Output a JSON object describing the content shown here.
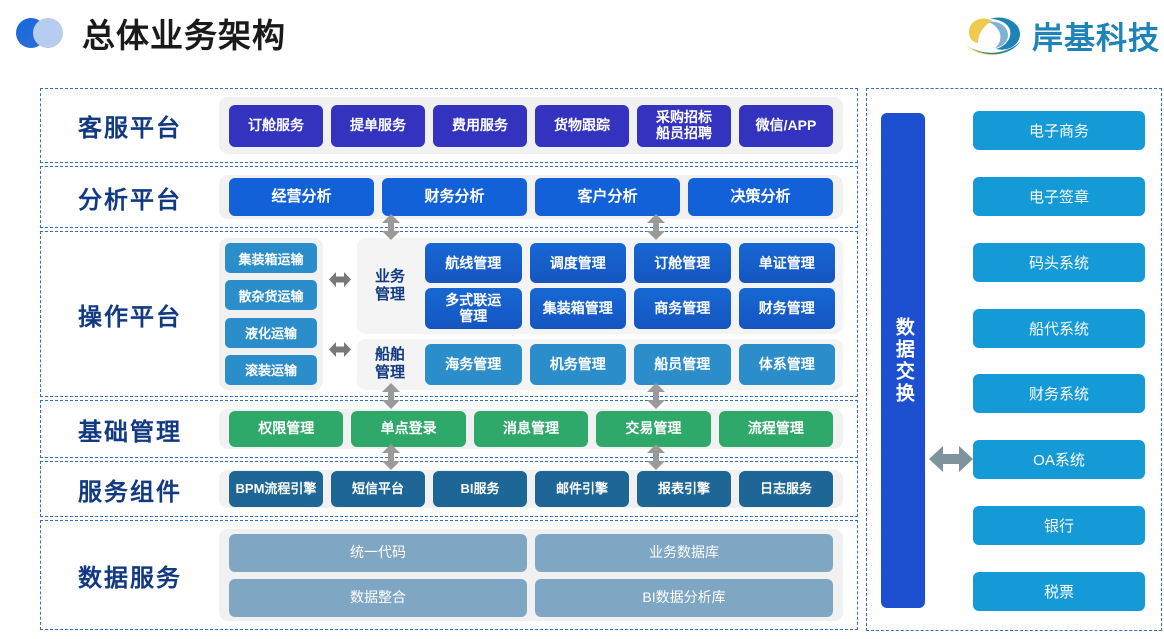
{
  "header": {
    "title": "总体业务架构",
    "brand_name": "岸基科技",
    "logo_icon": "two-circles-icon",
    "brand_icon": "wave-swoosh-icon"
  },
  "colors": {
    "indigo": "#3333bf",
    "bright_blue": "#1261d8",
    "mid_blue": "#2b8ecb",
    "green": "#2ea96a",
    "steel": "#1d6695",
    "slate": "#7fa7c4",
    "exchange_blue": "#1d4fd1",
    "external_blue": "#149ad6",
    "dashed_border": "#2f6fd0",
    "label_navy": "#123a82",
    "brand_teal": "#1E84B8",
    "arrow_gray": "#8a9299"
  },
  "sections": [
    {
      "label": "客服平台",
      "style": "indigo",
      "items": [
        "订舱服务",
        "提单服务",
        "费用服务",
        "货物跟踪",
        "采购招标\n船员招聘",
        "微信/APP"
      ]
    },
    {
      "label": "分析平台",
      "style": "bright_blue",
      "items": [
        "经营分析",
        "财务分析",
        "客户分析",
        "决策分析"
      ]
    },
    {
      "label": "操作平台",
      "style": "operations",
      "transport_modes": [
        "集装箱运输",
        "散杂货运输",
        "液化运输",
        "滚装运输"
      ],
      "groups": [
        {
          "title": "业务\n管理",
          "rows": [
            [
              "航线管理",
              "调度管理",
              "订舱管理",
              "单证管理"
            ],
            [
              "多式联运\n管理",
              "集装箱管理",
              "商务管理",
              "财务管理"
            ]
          ]
        },
        {
          "title": "船舶\n管理",
          "rows": [
            [
              "海务管理",
              "机务管理",
              "船员管理",
              "体系管理"
            ]
          ]
        }
      ]
    },
    {
      "label": "基础管理",
      "style": "green",
      "items": [
        "权限管理",
        "单点登录",
        "消息管理",
        "交易管理",
        "流程管理"
      ]
    },
    {
      "label": "服务组件",
      "style": "steel",
      "items": [
        "BPM流程引擎",
        "短信平台",
        "BI服务",
        "邮件引擎",
        "报表引擎",
        "日志服务"
      ]
    },
    {
      "label": "数据服务",
      "style": "slate",
      "rows": [
        [
          "统一代码",
          "业务数据库"
        ],
        [
          "数据整合",
          "BI数据分析库"
        ]
      ]
    }
  ],
  "right_panel": {
    "exchange_label": "数据交换",
    "arrow_icon": "double-headed-arrow-icon",
    "external_systems": [
      "电子商务",
      "电子签章",
      "码头系统",
      "船代系统",
      "财务系统",
      "OA系统",
      "银行",
      "税票"
    ]
  }
}
